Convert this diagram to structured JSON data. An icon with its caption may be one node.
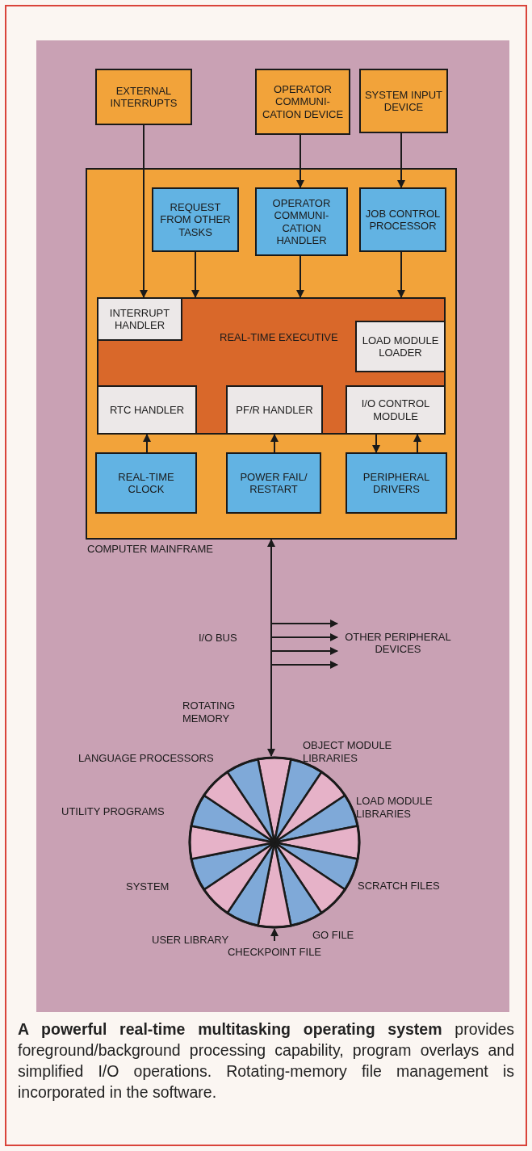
{
  "diagram": {
    "caption": "**A powerful real-time multitasking operating system** provides foreground/background processing capability, program overlays and simplified I/O operations. Rotating-memory file management is incorporated in the software.",
    "nodes": [
      {
        "text": [
          "EXTERNAL INTERRUPTS"
        ]
      },
      {
        "text": [
          "OPERATOR COMMUNI- CATION DEVICE"
        ]
      },
      {
        "text": [
          "SYSTEM INPUT DEVICE"
        ]
      },
      {
        "text": [
          "COMPUTER MAINFRAME"
        ]
      },
      {
        "text": [
          "REQUEST FROM OTHER TASKS"
        ],
        "in": 3
      },
      {
        "text": [
          "OPERATOR COMMUNI- CATION HANDLER"
        ],
        "in": 3
      },
      {
        "text": [
          "JOB CONTROL PROCESSOR"
        ],
        "in": 3
      },
      {
        "text": [
          "REAL-TIME EXECUTIVE"
        ],
        "in": 3
      },
      {
        "text": [
          "INTERRUPT HANDLER"
        ],
        "in": 7
      },
      {
        "text": [
          "LOAD MODULE LOADER"
        ],
        "in": 7
      },
      {
        "text": [
          "RTC HANDLER"
        ],
        "in": 7
      },
      {
        "text": [
          "PF/R HANDLER"
        ],
        "in": 7
      },
      {
        "text": [
          "I/O CONTROL MODULE"
        ],
        "in": 7
      },
      {
        "text": [
          "REAL-TIME CLOCK"
        ],
        "in": 3
      },
      {
        "text": [
          "POWER FAIL/ RESTART"
        ],
        "in": 3
      },
      {
        "text": [
          "PERIPHERAL DRIVERS"
        ],
        "in": 3
      },
      {
        "text": [
          "OTHER PERIPHERAL DEVICES"
        ]
      },
      {
        "text": [],
        "shape": "circle",
        "beside": [
          "ROTATING MEMORY",
          "LANGUAGE PROCESSORS",
          "OBJECT MODULE LIBRARIES",
          "UTILITY PROGRAMS",
          "LOAD MODULE LIBRARIES",
          "SYSTEM",
          "SCRATCH FILES",
          "USER LIBRARY",
          "GO FILE"
        ]
      },
      {
        "text": [
          "CHECKPOINT FILE"
        ]
      }
    ],
    "edges": [
      {
        "from": 0,
        "to": 8,
        "arrow": "to"
      },
      {
        "from": 1,
        "to": 5,
        "arrow": "to"
      },
      {
        "from": 2,
        "to": 6,
        "arrow": "to"
      },
      {
        "from": 4,
        "to": 7,
        "arrow": "to"
      },
      {
        "from": 5,
        "to": 7,
        "arrow": "to"
      },
      {
        "from": 6,
        "to": 7,
        "arrow": "to"
      },
      {
        "from": 13,
        "to": 10,
        "arrow": "to"
      },
      {
        "from": 14,
        "to": 11,
        "arrow": "to"
      },
      {
        "from": 12,
        "to": 15,
        "arrow": "to"
      },
      {
        "from": 15,
        "to": 12,
        "arrow": "to"
      },
      {
        "from": 3,
        "to": 17,
        "arrow": "both",
        "label": "I/O BUS"
      },
      {
        "from": null,
        "to": 16,
        "arrow": "to"
      },
      {
        "from": null,
        "to": 16,
        "arrow": "to"
      },
      {
        "from": null,
        "to": 16,
        "arrow": "to"
      },
      {
        "from": null,
        "to": 16,
        "arrow": "to"
      },
      {
        "from": 18,
        "to": 17,
        "arrow": "to"
      }
    ]
  }
}
